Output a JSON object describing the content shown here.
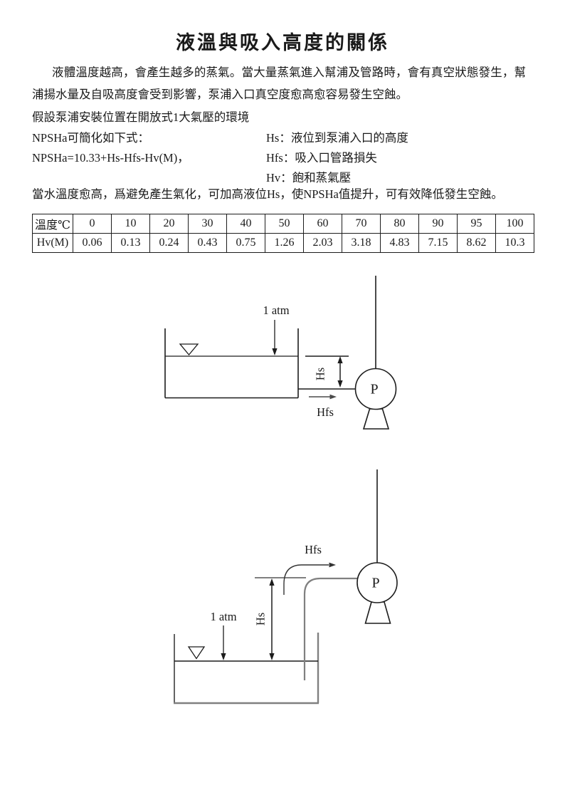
{
  "page": {
    "title": "液溫與吸入高度的關係"
  },
  "intro": {
    "text": "液體溫度越高，會產生越多的蒸氣。當大量蒸氣進入幫浦及管路時，會有真空狀態發生，幫浦揚水量及自吸高度會受到影響，泵浦入口真空度愈高愈容易發生空蝕。"
  },
  "assumption": "假設泵浦安裝位置在開放式1大氣壓的環境",
  "formula": {
    "lead": "NPSHa可簡化如下式：",
    "equation": "NPSHa=10.33+Hs-Hfs-Hv(M)，"
  },
  "definitions": [
    "Hs：液位到泵浦入口的高度",
    "Hfs：吸入口管路損失",
    "Hv：飽和蒸氣壓"
  ],
  "note": "當水溫度愈高，爲避免產生氣化，可加高液位Hs，使NPSHa值提升，可有效降低發生空蝕。",
  "table": {
    "header_label": "溫度℃",
    "row_label": "Hv(M)",
    "temperatures": [
      "0",
      "10",
      "20",
      "30",
      "40",
      "50",
      "60",
      "70",
      "80",
      "90",
      "95",
      "100"
    ],
    "hv_values": [
      "0.06",
      "0.13",
      "0.24",
      "0.43",
      "0.75",
      "1.26",
      "2.03",
      "3.18",
      "4.83",
      "7.15",
      "8.62",
      "10.3"
    ]
  },
  "diagram1": {
    "atm_label": "1 atm",
    "hs_label": "Hs",
    "hfs_label": "Hfs",
    "pump_label": "P"
  },
  "diagram2": {
    "atm_label": "1 atm",
    "hs_label": "Hs",
    "hfs_label": "Hfs",
    "pump_label": "P"
  },
  "colors": {
    "ink": "#1c1c1c",
    "pipe_gray": "#808080"
  }
}
